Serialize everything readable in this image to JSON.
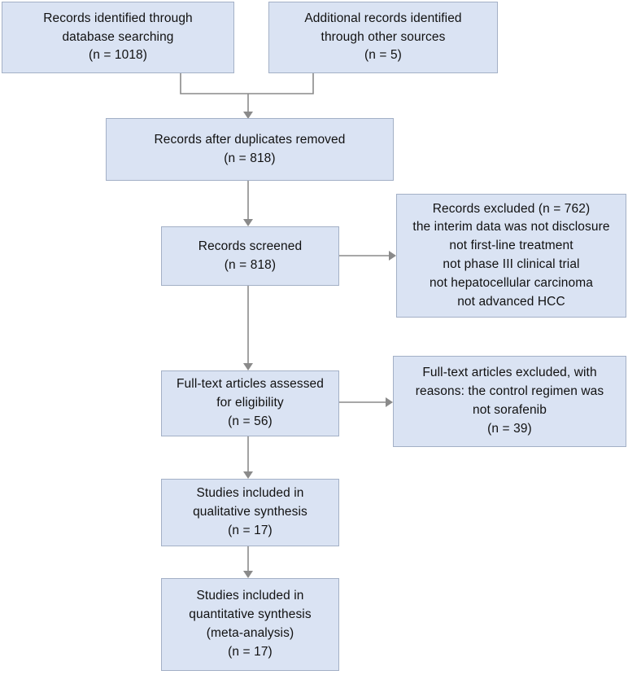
{
  "diagram": {
    "type": "prisma-flow-diagram",
    "title": "PRISMA study selection flow diagram",
    "colors": {
      "node_fill": "#dae3f3",
      "node_border": "#a3b0c6",
      "connector": "#8a8a8a",
      "text": "#111111",
      "background": "#ffffff"
    },
    "nodes": [
      {
        "id": "identified",
        "name": "records-identified-database",
        "text": "Records identified through\ndatabase searching\n(n = 1018)",
        "count": 1018
      },
      {
        "id": "additional",
        "name": "additional-records-other-sources",
        "text": "Additional records identified\nthrough other sources\n(n = 5)",
        "count": 5
      },
      {
        "id": "duplicates",
        "name": "records-after-duplicates-removed",
        "text": "Records after duplicates removed\n(n = 818)",
        "count": 818
      },
      {
        "id": "screened",
        "name": "records-screened",
        "text": "Records screened\n(n = 818)",
        "count": 818
      },
      {
        "id": "excluded",
        "name": "records-excluded",
        "text": "Records excluded (n = 762)\nthe interim data was not disclosure\nnot first-line treatment\nnot phase III clinical trial\nnot hepatocellular carcinoma\nnot advanced HCC",
        "count": 762
      },
      {
        "id": "fulltext",
        "name": "full-text-articles-assessed",
        "text": "Full-text articles assessed\nfor eligibility\n(n = 56)",
        "count": 56
      },
      {
        "id": "fulltext_excluded",
        "name": "full-text-articles-excluded",
        "text": "Full-text articles excluded, with\nreasons: the control regimen was\nnot sorafenib\n(n = 39)",
        "count": 39
      },
      {
        "id": "qualitative",
        "name": "studies-included-qualitative",
        "text": "Studies included in\nqualitative synthesis\n(n = 17)",
        "count": 17
      },
      {
        "id": "quantitative",
        "name": "studies-included-quantitative",
        "text": "Studies included in\nquantitative synthesis\n(meta-analysis)\n(n = 17)",
        "count": 17
      }
    ],
    "edges": [
      {
        "from": "identified",
        "to": "duplicates",
        "style": "elbow-merge"
      },
      {
        "from": "additional",
        "to": "duplicates",
        "style": "elbow-merge"
      },
      {
        "from": "duplicates",
        "to": "screened",
        "style": "vertical-arrow"
      },
      {
        "from": "screened",
        "to": "excluded",
        "style": "horizontal-arrow"
      },
      {
        "from": "screened",
        "to": "fulltext",
        "style": "vertical-arrow"
      },
      {
        "from": "fulltext",
        "to": "fulltext_excluded",
        "style": "horizontal-arrow"
      },
      {
        "from": "fulltext",
        "to": "qualitative",
        "style": "vertical-arrow"
      },
      {
        "from": "qualitative",
        "to": "quantitative",
        "style": "vertical-arrow"
      }
    ]
  }
}
